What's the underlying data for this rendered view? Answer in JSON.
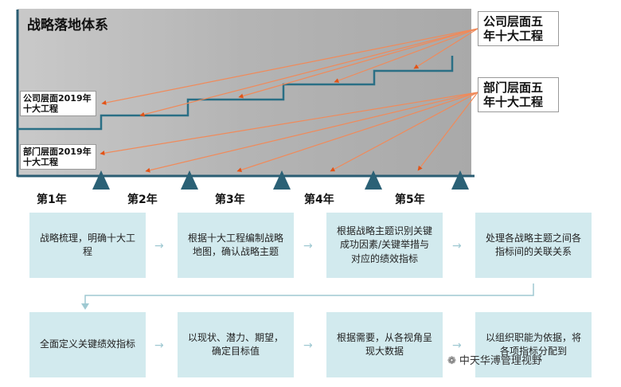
{
  "title": "战略落地体系",
  "company_2019": "公司层面2019年十大工程",
  "dept_2019": "部门层面2019年十大工程",
  "company_5yr": "公司层面五年十大工程",
  "dept_5yr": "部门层面五年十大工程",
  "years": [
    "第1年",
    "第2年",
    "第3年",
    "第4年",
    "第5年"
  ],
  "steps": [
    "战略梳理，明确十大工程",
    "根据十大工程编制战略地图，确认战略主题",
    "根据战略主题识别关键成功因素/关键举措与对应的绩效指标",
    "处理各战略主题之间各指标间的关联关系",
    "全面定义关键绩效指标",
    "以现状、潜力、期望，确定目标值",
    "根据需要，从各视角呈现大数据",
    "以组织职能为依据，将各项指标分配到"
  ],
  "watermark": "中天华溥管理视野",
  "colors": {
    "panel": "#b7b7b7",
    "axis": "#2a5d73",
    "staircase": "#2a6f85",
    "arrow_line": "#f08a5a",
    "arrow_head": "#e25418",
    "marker": "#2b6176",
    "step_box": "#d2eaee",
    "flow_arrow": "#9fc9d2"
  }
}
